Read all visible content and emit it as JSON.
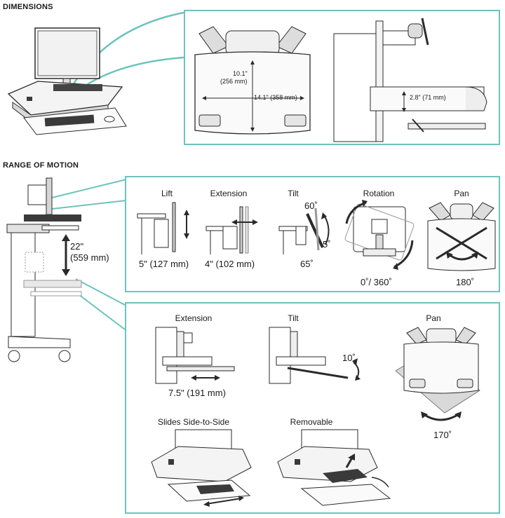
{
  "headings": {
    "dimensions": "DIMENSIONS",
    "range_of_motion": "RANGE OF MOTION"
  },
  "dimensions": {
    "depth": "10.1\"",
    "depth_mm": "(256 mm)",
    "width": "14.1\" (358 mm)",
    "height": "2.8\" (71 mm)"
  },
  "monitor_motion": {
    "lift": {
      "title": "Lift",
      "value": "5\" (127 mm)"
    },
    "extension": {
      "title": "Extension",
      "value": "4\" (102 mm)"
    },
    "tilt": {
      "title": "Tilt",
      "up": "60˚",
      "down": "5˚",
      "total": "65˚"
    },
    "rotation": {
      "title": "Rotation",
      "value": "0˚/ 360˚"
    },
    "pan": {
      "title": "Pan",
      "value": "180˚"
    },
    "cart_lift": {
      "line1": "22\"",
      "line2": "(559 mm)"
    }
  },
  "keyboard_motion": {
    "extension": {
      "title": "Extension",
      "value": "7.5\" (191 mm)"
    },
    "tilt": {
      "title": "Tilt",
      "value": "10˚"
    },
    "pan": {
      "title": "Pan",
      "value": "170˚"
    },
    "slides": {
      "title": "Slides Side-to-Side"
    },
    "removable": {
      "title": "Removable"
    }
  },
  "colors": {
    "accent": "#6cc3bd",
    "line": "#2a2a2a",
    "fill_dark": "#3a3a3a",
    "fill_mid": "#9a9a9a",
    "fill_light": "#e6e6e6"
  }
}
